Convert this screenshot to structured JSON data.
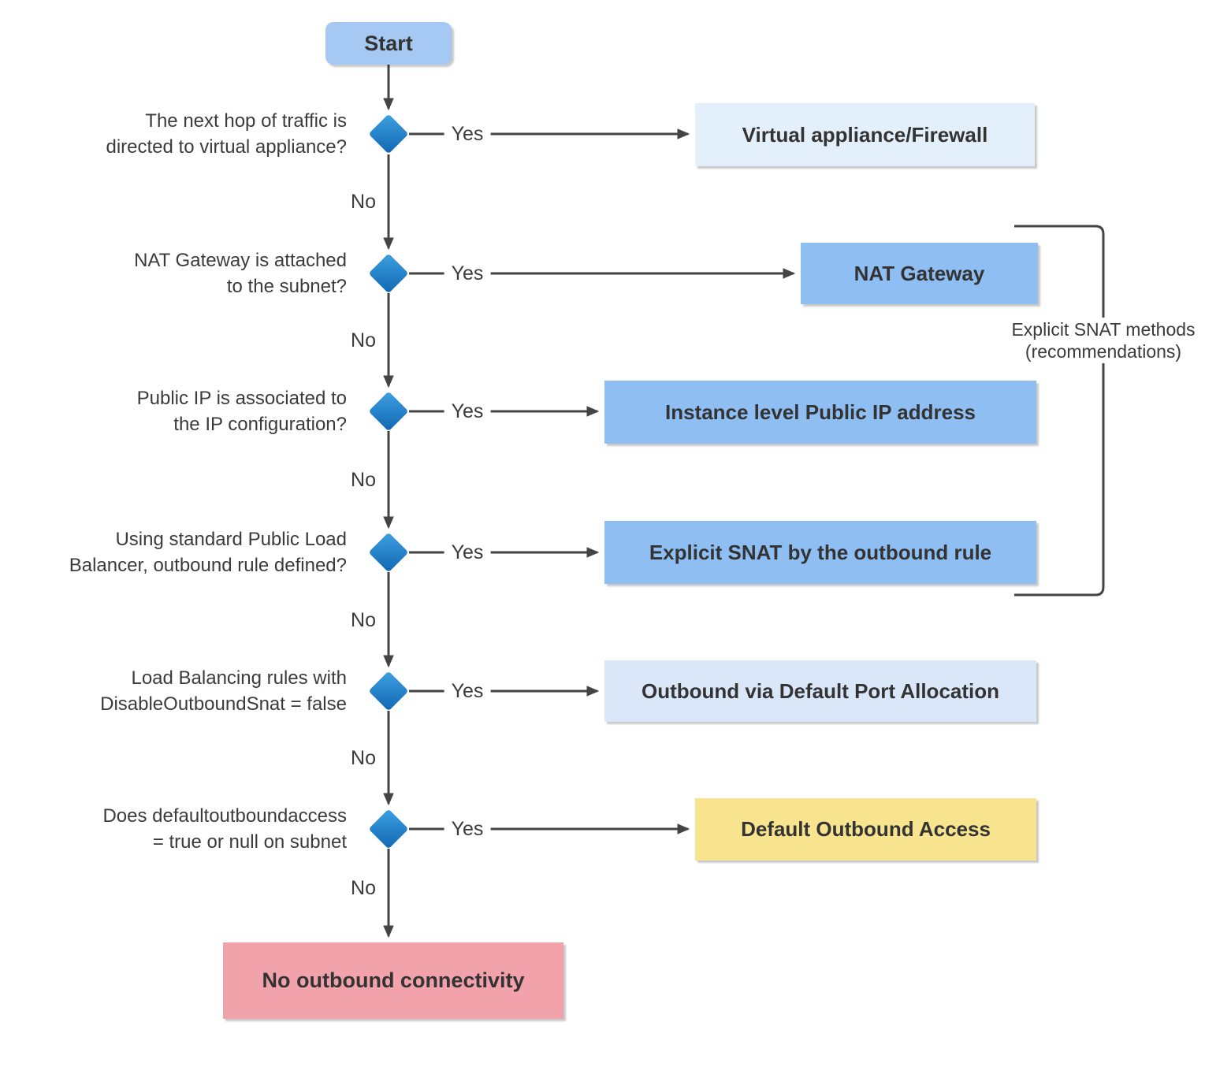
{
  "flow": {
    "start_label": "Start",
    "yes_label": "Yes",
    "no_label": "No",
    "decisions": [
      {
        "q1": "The next hop of traffic is",
        "q2": "directed to virtual appliance?",
        "outcome": "Virtual appliance/Firewall"
      },
      {
        "q1": "NAT Gateway is attached",
        "q2": "to the subnet?",
        "outcome": "NAT Gateway"
      },
      {
        "q1": "Public IP is associated to",
        "q2": "the IP configuration?",
        "outcome": "Instance level Public IP address"
      },
      {
        "q1": "Using standard Public Load",
        "q2": "Balancer, outbound rule defined?",
        "outcome": "Explicit SNAT by the outbound rule"
      },
      {
        "q1": "Load Balancing rules with",
        "q2": "DisableOutboundSnat = false",
        "outcome": "Outbound via Default Port Allocation"
      },
      {
        "q1": "Does defaultoutboundaccess",
        "q2": "= true or null on subnet",
        "outcome": "Default Outbound Access"
      }
    ],
    "final_outcome": "No outbound connectivity",
    "bracket_note_line1": "Explicit SNAT methods",
    "bracket_note_line2": "(recommendations)"
  },
  "colors": {
    "start_fill": "#a6c9f3",
    "diamond_light": "#3fa0e0",
    "diamond_dark": "#0f67b3",
    "outcome_light_blue": "#e3effa",
    "outcome_blue": "#8fbef2",
    "outcome_pale_blue": "#d9e7f9",
    "outcome_yellow": "#f8e48e",
    "outcome_red": "#f1a2ab",
    "line_color": "#444444",
    "text_color": "#3b3b3b"
  }
}
